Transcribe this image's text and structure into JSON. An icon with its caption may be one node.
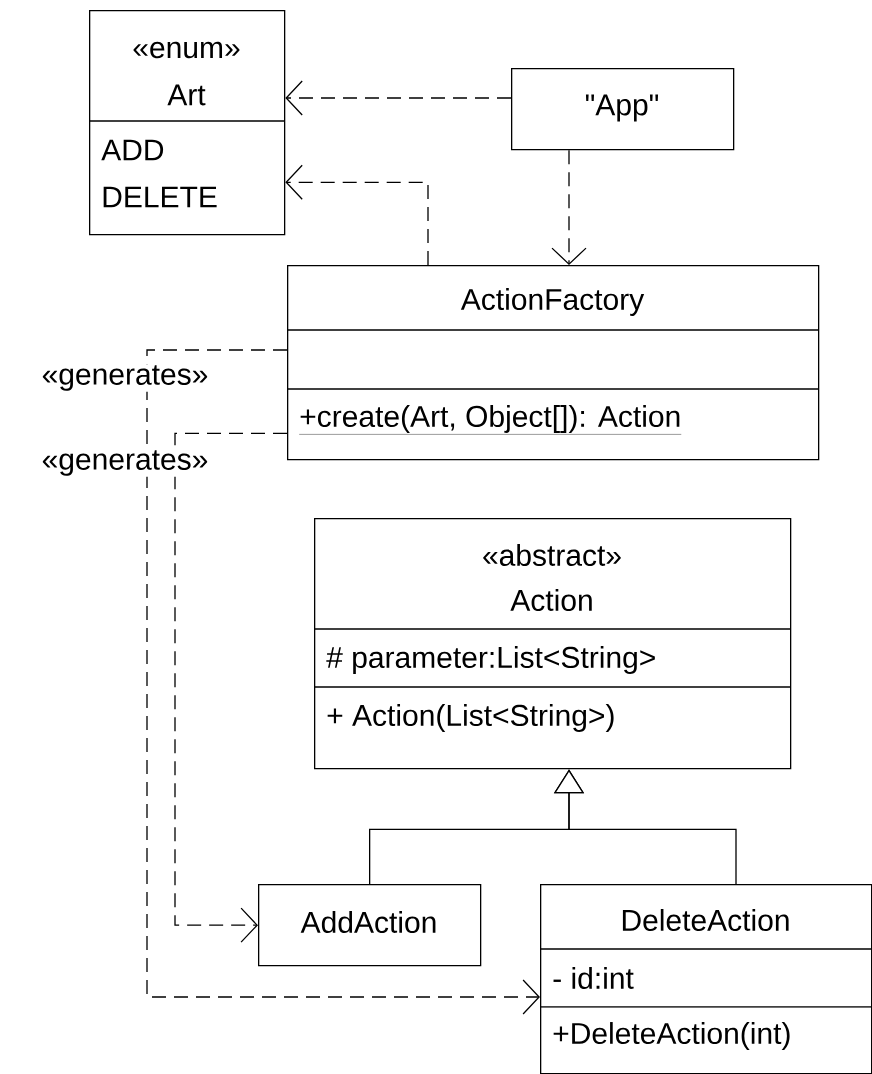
{
  "diagram": {
    "nodes": [
      {
        "text": [
          "«enum»",
          "Art",
          "ADD",
          "DELETE"
        ]
      },
      {
        "text": [
          "\"App\""
        ]
      },
      {
        "text": [
          "ActionFactory",
          "+create(Art, Object[]): Action"
        ]
      },
      {
        "text": [
          "«abstract»",
          "Action",
          "# parameter:List<String>",
          "+ Action(List<String>)"
        ]
      },
      {
        "text": [
          "AddAction"
        ]
      },
      {
        "text": [
          "DeleteAction",
          "- id:int",
          "+DeleteAction(int)"
        ]
      }
    ],
    "edges": [
      {
        "from": 1,
        "to": 0,
        "arrow": "to",
        "style": "dashed"
      },
      {
        "from": 2,
        "to": 0,
        "arrow": "to",
        "style": "dashed"
      },
      {
        "from": 1,
        "to": 2,
        "arrow": "to",
        "style": "dashed"
      },
      {
        "from": 2,
        "to": 4,
        "arrow": "to",
        "style": "dashed",
        "label": "«generates»"
      },
      {
        "from": 2,
        "to": 5,
        "arrow": "to",
        "style": "dashed",
        "label": "«generates»"
      },
      {
        "from": 4,
        "to": 3,
        "arrow": "to"
      },
      {
        "from": 5,
        "to": 3,
        "arrow": "to"
      }
    ]
  }
}
